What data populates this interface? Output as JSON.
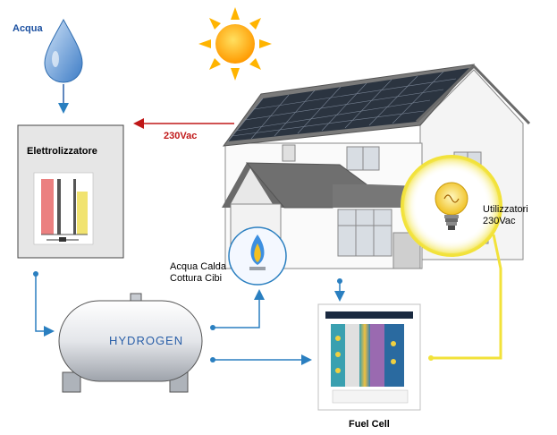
{
  "labels": {
    "water": "Acqua",
    "electrolyzer": "Elettrolizzatore",
    "grid_voltage": "230Vac",
    "hot_water_line1": "Acqua Calda",
    "hot_water_line2": "Cottura Cibi",
    "users_line1": "Utilizzatori",
    "users_line2": "230Vac",
    "tank": "HYDROGEN",
    "fuel_cell": "Fuel Cell"
  },
  "colors": {
    "flow_arrow": "#2a7fc0",
    "grid_arrow": "#c01818",
    "user_circle": "#f2e23a",
    "panel": "#2b3440",
    "sun": "#ffb400"
  },
  "icons": [
    "water-drop-icon",
    "sun-icon",
    "flame-icon",
    "light-bulb-icon"
  ]
}
